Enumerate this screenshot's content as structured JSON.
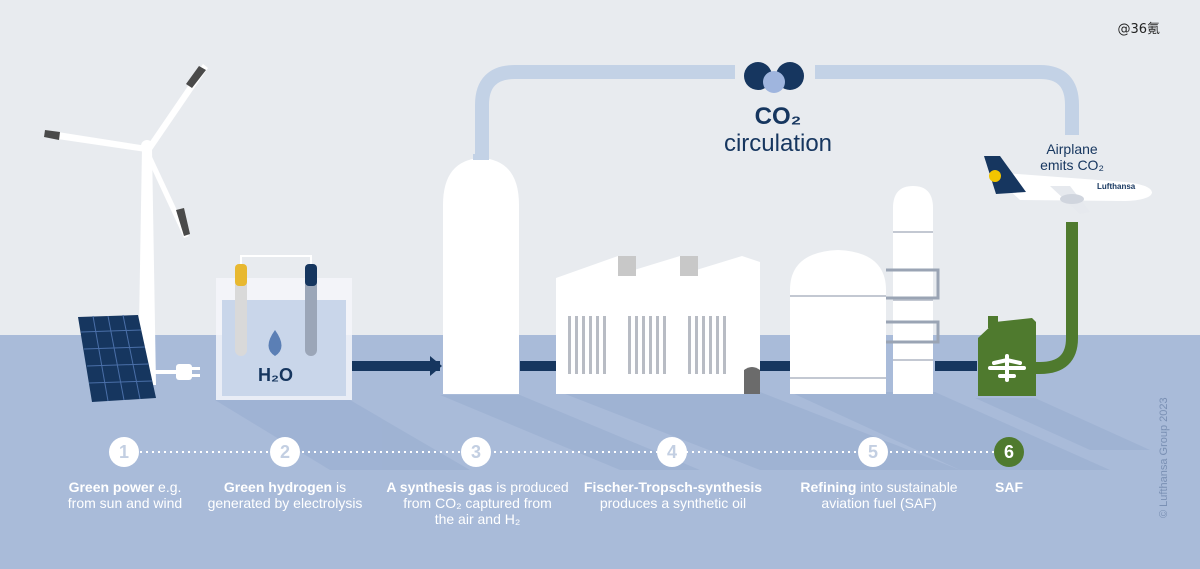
{
  "watermark": "@36氪",
  "co2_circulation": {
    "title": "CO₂",
    "subtitle": "circulation"
  },
  "airplane_label": {
    "line1": "Airplane",
    "line2": "emits CO₂"
  },
  "airline_logo_text": "Lufthansa",
  "electrolysis_label": "H₂O",
  "steps": [
    {
      "number": "1",
      "bold": "Green power",
      "rest_line1": " e.g.",
      "line2": "from sun and wind",
      "line3": ""
    },
    {
      "number": "2",
      "bold": "Green hydrogen",
      "rest_line1": " is",
      "line2": "generated by electrolysis",
      "line3": ""
    },
    {
      "number": "3",
      "bold": "A synthesis gas",
      "rest_line1": " is produced",
      "line2": "from CO₂ captured from",
      "line3": "the air and H₂"
    },
    {
      "number": "4",
      "bold": "Fischer-Tropsch-synthesis",
      "rest_line1": "",
      "line2": "produces a synthetic oil",
      "line3": ""
    },
    {
      "number": "5",
      "bold": "Refining",
      "rest_line1": " into sustainable",
      "line2": "aviation fuel (SAF)",
      "line3": ""
    },
    {
      "number": "6",
      "bold": "SAF",
      "rest_line1": "",
      "line2": "",
      "line3": ""
    }
  ],
  "copyright": "© Lufthansa Group 2023",
  "colors": {
    "sky": "#e8ebef",
    "ground": "#a9bbd9",
    "navy": "#16365f",
    "pipe": "#c3d2e6",
    "green": "#4f7a2e",
    "white": "#ffffff"
  }
}
